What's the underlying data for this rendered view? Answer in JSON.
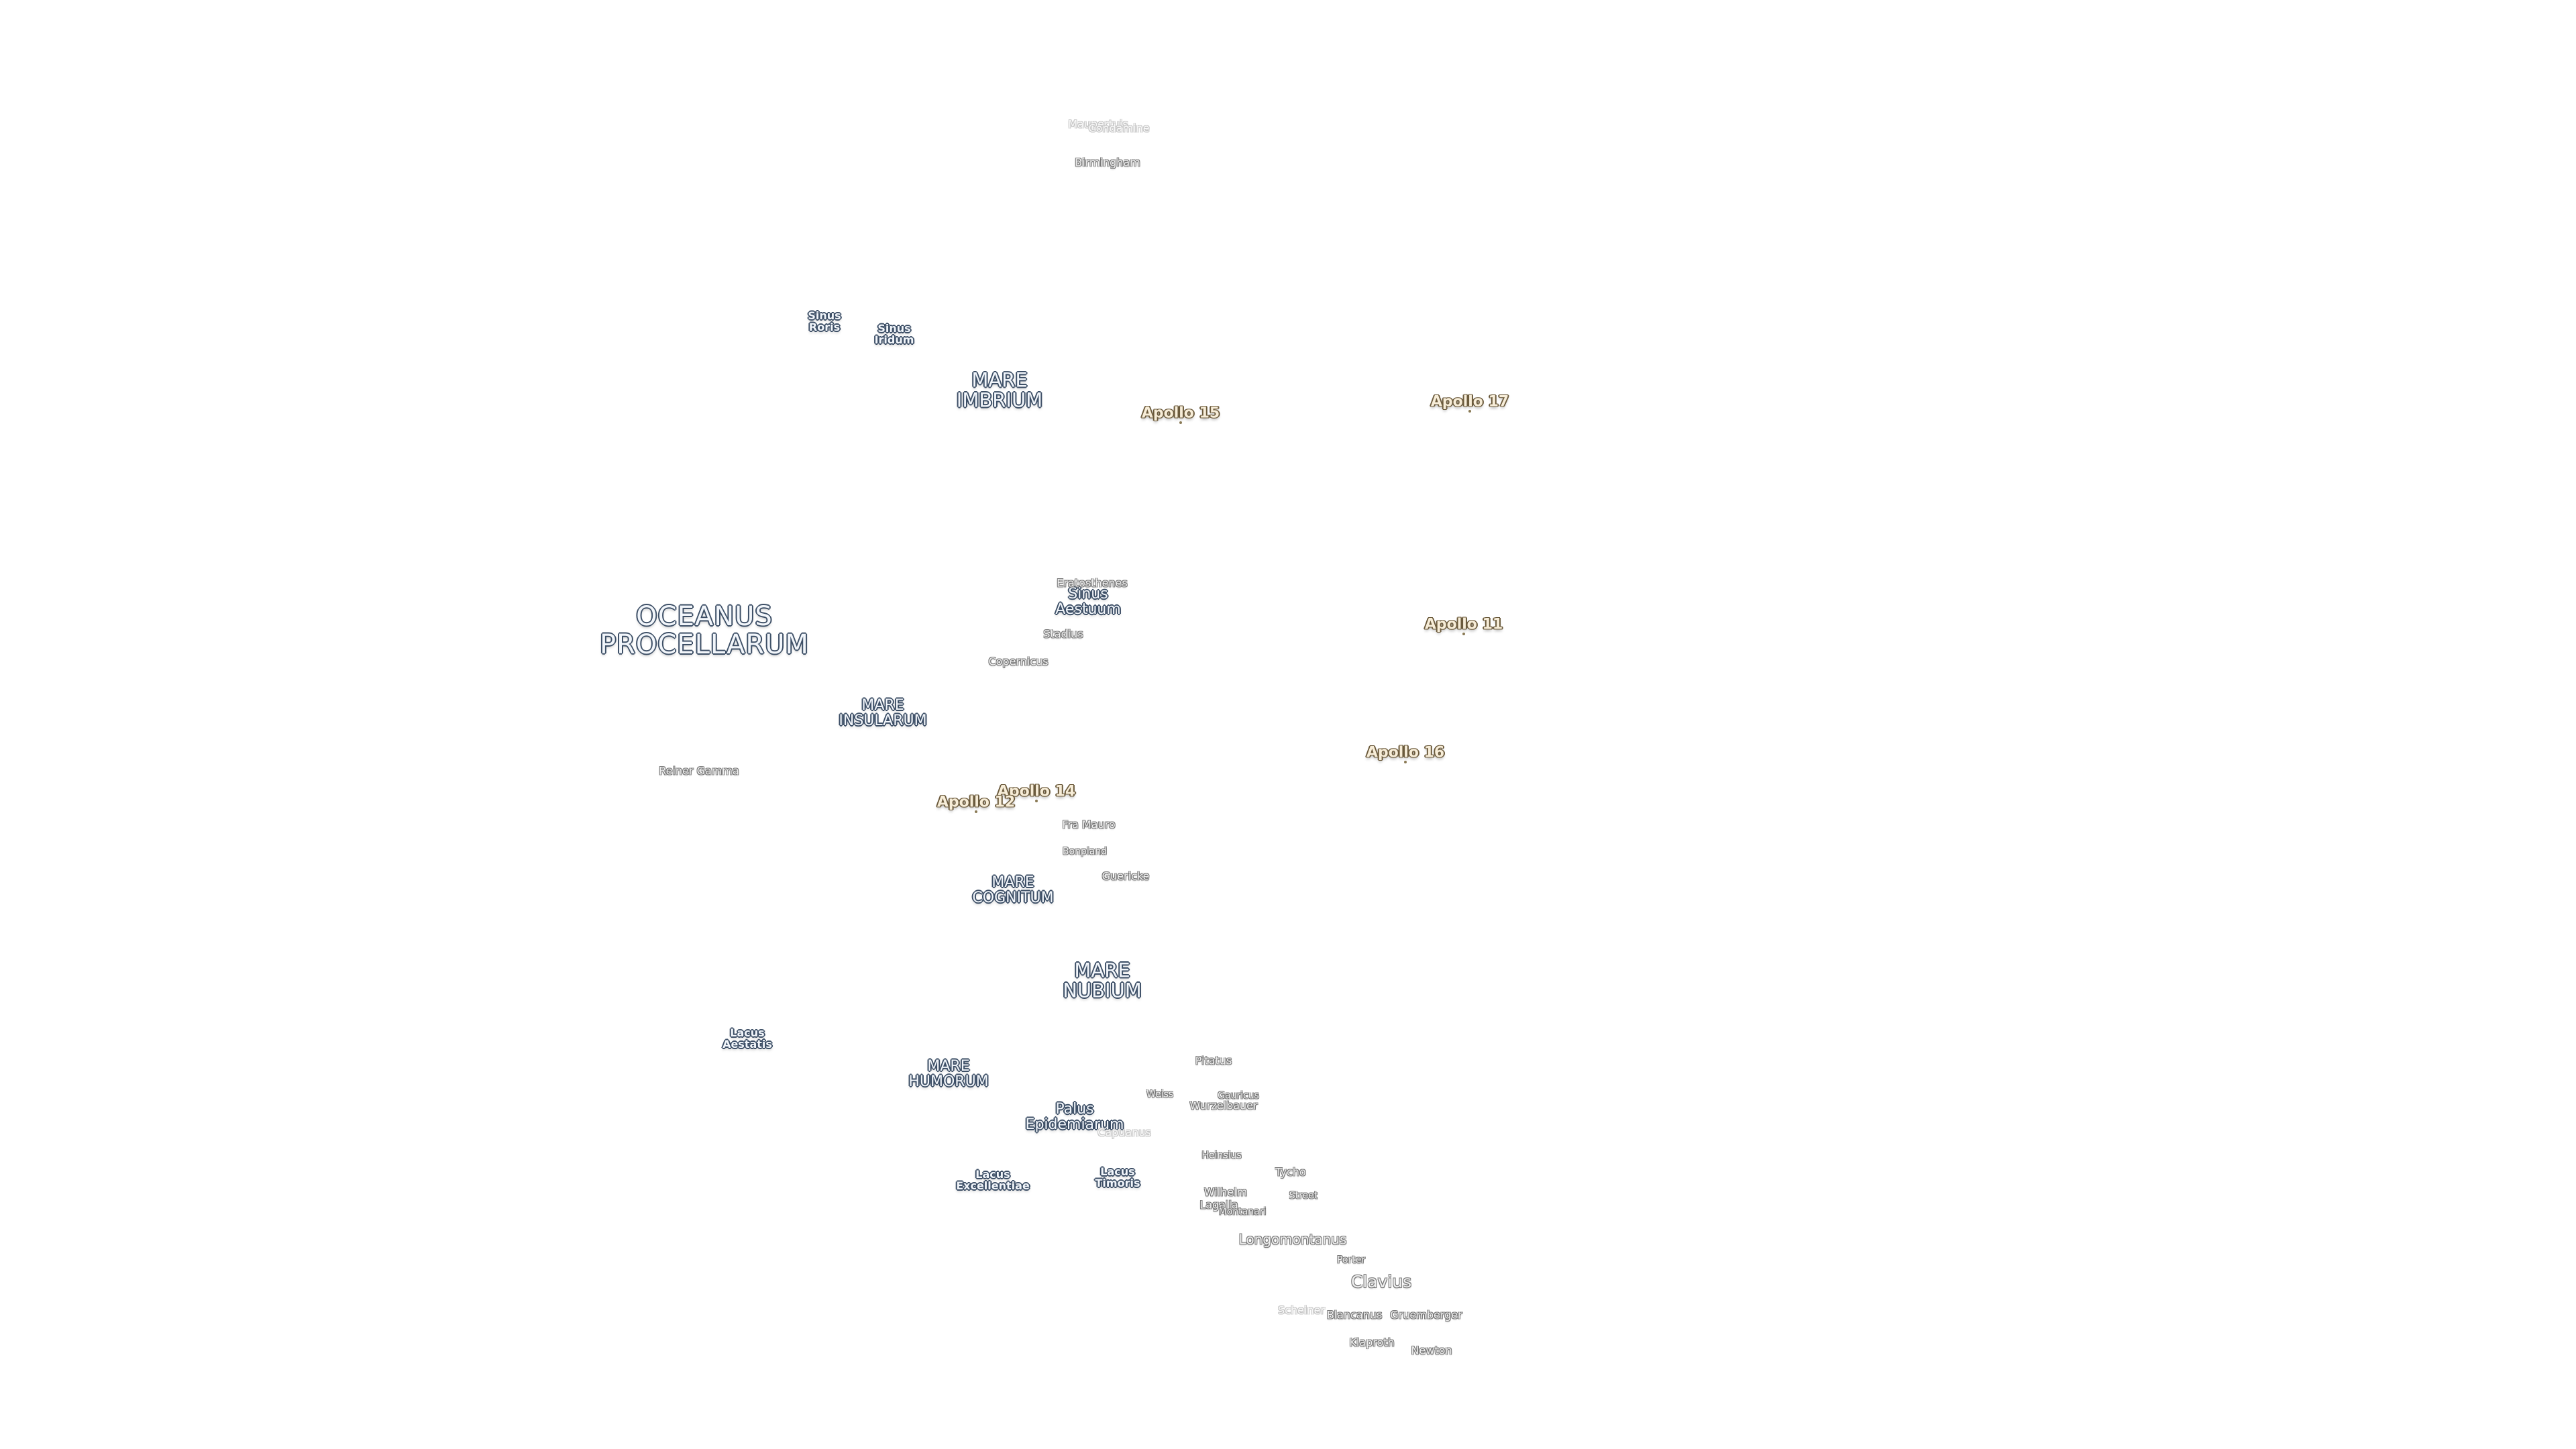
{
  "map": {
    "seas": [
      {
        "id": "oceanus-procellarum",
        "text": "OCEANUS\nPROCELLARUM",
        "size": "xl"
      },
      {
        "id": "mare-imbrium",
        "text": "MARE\nIMBRIUM",
        "size": "l"
      },
      {
        "id": "mare-insularum",
        "text": "MARE\nINSULARUM",
        "size": "m"
      },
      {
        "id": "mare-cognitum",
        "text": "MARE\nCOGNITUM",
        "size": "m"
      },
      {
        "id": "mare-nubium",
        "text": "MARE\nNUBIUM",
        "size": "l"
      },
      {
        "id": "mare-humorum",
        "text": "MARE\nHUMORUM",
        "size": "m"
      },
      {
        "id": "sinus-aestuum",
        "text": "Sinus\nAestuum",
        "size": "m"
      },
      {
        "id": "palus-epidemiarum",
        "text": "Palus\nEpidemiarum",
        "size": "m"
      },
      {
        "id": "sinus-roris",
        "text": "Sinus\nRoris",
        "size": "s"
      },
      {
        "id": "sinus-iridum",
        "text": "Sinus\nIridum",
        "size": "s"
      },
      {
        "id": "lacus-aestatis",
        "text": "Lacus\nAestatis",
        "size": "s"
      },
      {
        "id": "lacus-excellentiae",
        "text": "Lacus\nExcellentiae",
        "size": "s"
      },
      {
        "id": "lacus-timoris",
        "text": "Lacus\nTimoris",
        "size": "s"
      }
    ],
    "craters": [
      {
        "id": "maupertuis",
        "text": "Maupertuis",
        "size": "s",
        "faint": true
      },
      {
        "id": "condamine",
        "text": "Condamine",
        "size": "s",
        "faint": true
      },
      {
        "id": "birmingham",
        "text": "Birmingham",
        "size": "s"
      },
      {
        "id": "eratosthenes",
        "text": "Eratosthenes",
        "size": "s"
      },
      {
        "id": "stadius",
        "text": "Stadius",
        "size": "s"
      },
      {
        "id": "copernicus",
        "text": "Copernicus",
        "size": "s"
      },
      {
        "id": "reiner-gamma",
        "text": "Reiner Gamma",
        "size": "s"
      },
      {
        "id": "fra-mauro",
        "text": "Fra Mauro",
        "size": "s"
      },
      {
        "id": "bonpland",
        "text": "Bonpland",
        "size": "xs"
      },
      {
        "id": "guericke",
        "text": "Guericke",
        "size": "s"
      },
      {
        "id": "pitatus",
        "text": "Pitatus",
        "size": "s"
      },
      {
        "id": "weiss",
        "text": "Weiss",
        "size": "xs"
      },
      {
        "id": "gauricus",
        "text": "Gauricus",
        "size": "xs"
      },
      {
        "id": "wurzelbauer",
        "text": "Wurzelbauer",
        "size": "s"
      },
      {
        "id": "capuanus",
        "text": "Capuanus",
        "size": "s",
        "faint": true
      },
      {
        "id": "heinsius",
        "text": "Heinsius",
        "size": "xs"
      },
      {
        "id": "tycho",
        "text": "Tycho",
        "size": "s"
      },
      {
        "id": "wilhelm",
        "text": "Wilhelm",
        "size": "s"
      },
      {
        "id": "street",
        "text": "Street",
        "size": "xs"
      },
      {
        "id": "lagalla",
        "text": "Lagalla",
        "size": "s"
      },
      {
        "id": "montanari",
        "text": "Montanari",
        "size": "xs"
      },
      {
        "id": "longomontanus",
        "text": "Longomontanus",
        "size": "m"
      },
      {
        "id": "porter",
        "text": "Porter",
        "size": "xs"
      },
      {
        "id": "clavius",
        "text": "Clavius",
        "size": "big"
      },
      {
        "id": "scheiner",
        "text": "Scheiner",
        "size": "s",
        "faint": true
      },
      {
        "id": "blancanus",
        "text": "Blancanus",
        "size": "s"
      },
      {
        "id": "gruemberger",
        "text": "Gruemberger",
        "size": "s"
      },
      {
        "id": "klaproth",
        "text": "Klaproth",
        "size": "s"
      },
      {
        "id": "newton",
        "text": "Newton",
        "size": "s"
      }
    ],
    "landing_sites": [
      {
        "id": "apollo-15",
        "text": "Apollo 15"
      },
      {
        "id": "apollo-17",
        "text": "Apollo 17"
      },
      {
        "id": "apollo-11",
        "text": "Apollo 11"
      },
      {
        "id": "apollo-16",
        "text": "Apollo 16"
      },
      {
        "id": "apollo-14",
        "text": "Apollo 14"
      },
      {
        "id": "apollo-12",
        "text": "Apollo 12"
      }
    ]
  }
}
